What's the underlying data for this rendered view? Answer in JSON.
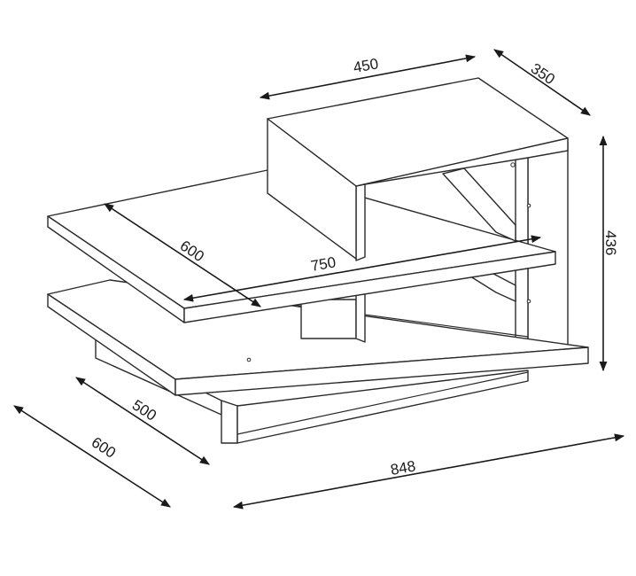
{
  "figure": {
    "line_color": "#2b2b2b",
    "dimensions": {
      "top_box_width": "450",
      "top_box_depth": "350",
      "height": "436",
      "shelf_depth": "600",
      "shelf_width": "750",
      "base_depth": "500",
      "overall_depth": "600",
      "overall_width": "848"
    }
  }
}
